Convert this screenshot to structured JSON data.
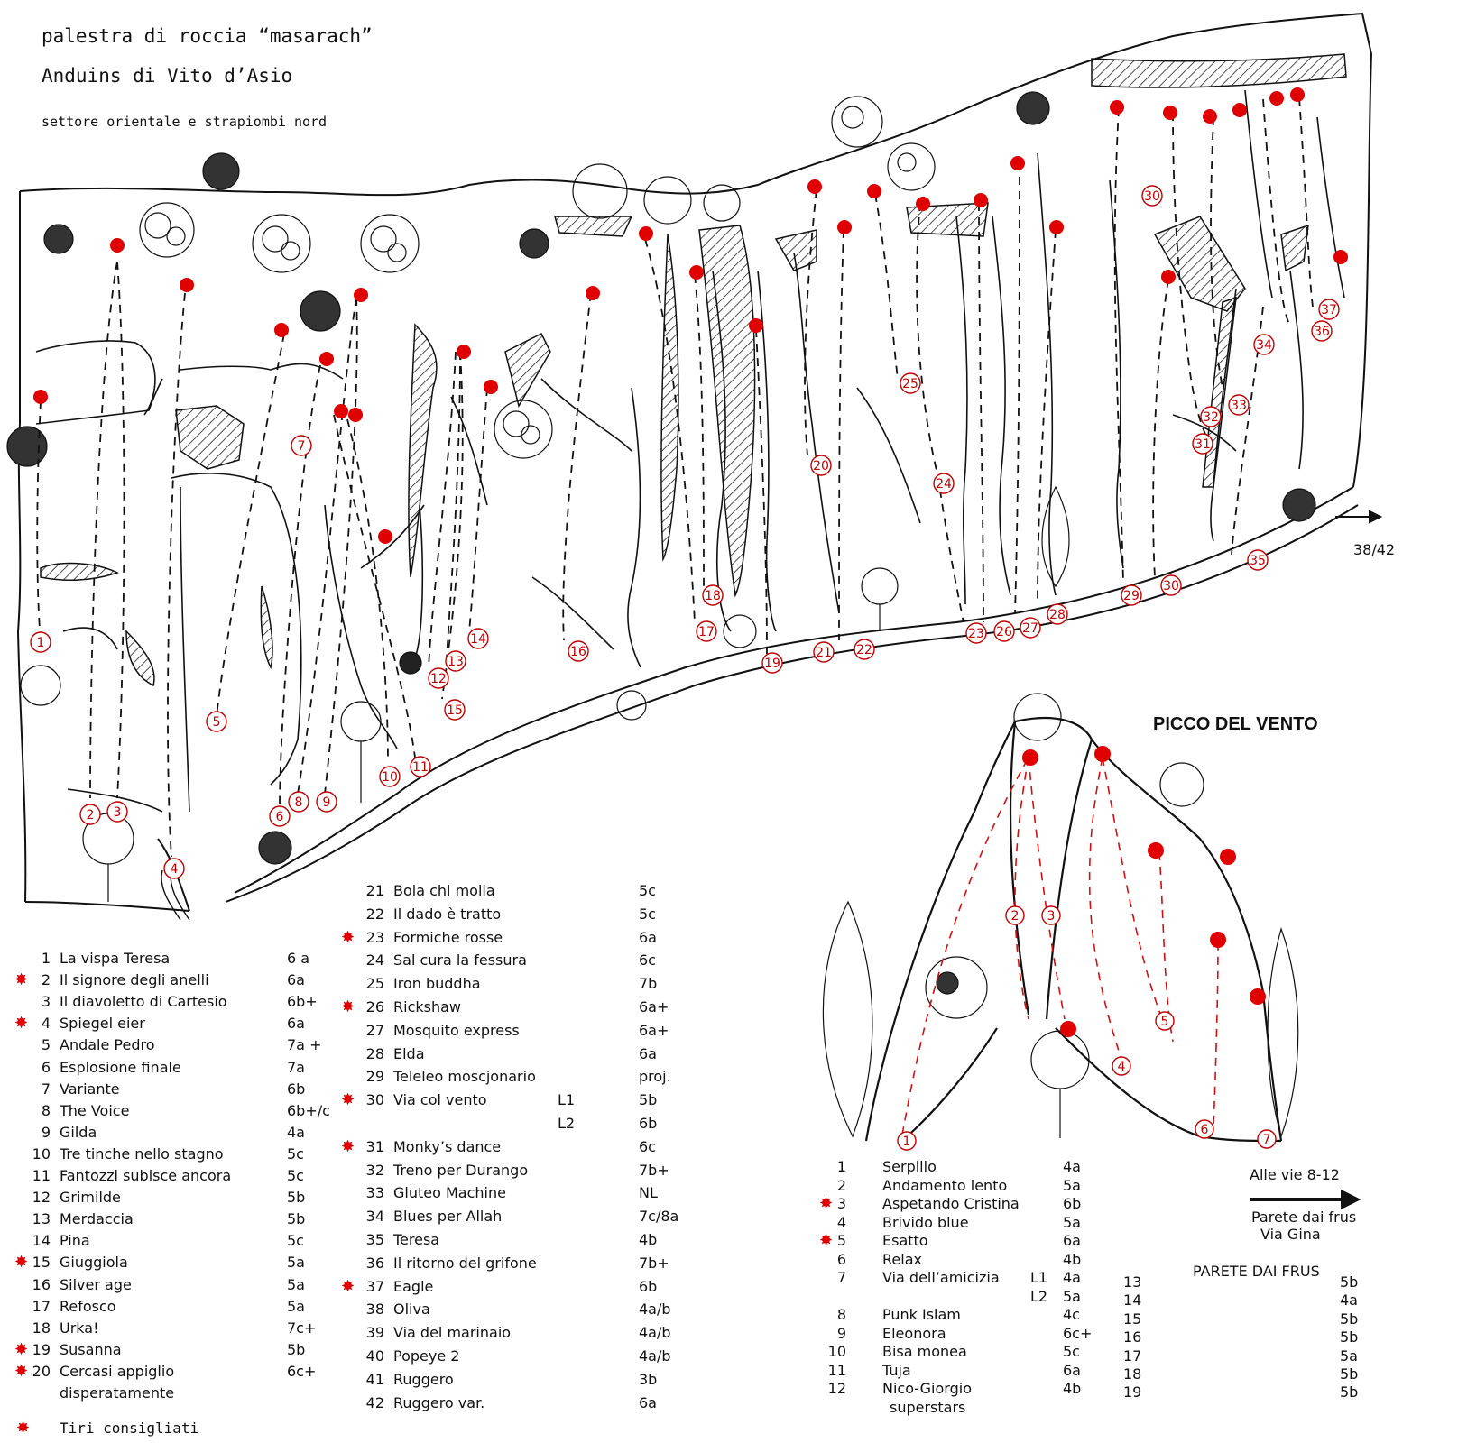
{
  "header": {
    "title": "palestra di roccia “masarach”",
    "subtitle": "Anduins di Vito d’Asio",
    "sector": "settore orientale e strapiombi nord"
  },
  "main_topo": {
    "route_markers": [
      "1",
      "2",
      "3",
      "4",
      "5",
      "6",
      "7",
      "8",
      "9",
      "10",
      "11",
      "12",
      "13",
      "14",
      "15",
      "16",
      "17",
      "18",
      "19",
      "20",
      "21",
      "22",
      "23",
      "24",
      "25",
      "26",
      "27",
      "28",
      "29",
      "30",
      "30",
      "31",
      "32",
      "33",
      "34",
      "35",
      "36",
      "37"
    ],
    "continuation_label": "38/42"
  },
  "picco": {
    "title": "PICCO DEL VENTO",
    "route_markers": [
      "1",
      "2",
      "3",
      "4",
      "5",
      "6",
      "7"
    ],
    "alle_vie_label": "Alle vie 8-12",
    "parete_label_line1": "Parete dai frus",
    "parete_label_line2": "Via Gina"
  },
  "legend_left": [
    {
      "n": "1",
      "name": "La vispa Teresa",
      "grade": "6 a",
      "star": false
    },
    {
      "n": "2",
      "name": "Il signore degli anelli",
      "grade": "6a",
      "star": true
    },
    {
      "n": "3",
      "name": "Il diavoletto di Cartesio",
      "grade": "6b+",
      "star": false
    },
    {
      "n": "4",
      "name": "Spiegel eier",
      "grade": "6a",
      "star": true
    },
    {
      "n": "5",
      "name": "Andale Pedro",
      "grade": "7a +",
      "star": false
    },
    {
      "n": "6",
      "name": "Esplosione finale",
      "grade": "7a",
      "star": false
    },
    {
      "n": "7",
      "name": "Variante",
      "grade": "6b",
      "star": false
    },
    {
      "n": "8",
      "name": "The Voice",
      "grade": "6b+/c",
      "star": false
    },
    {
      "n": "9",
      "name": "Gilda",
      "grade": "4a",
      "star": false
    },
    {
      "n": "10",
      "name": "Tre tinche nello stagno",
      "grade": "5c",
      "star": false
    },
    {
      "n": "11",
      "name": "Fantozzi subisce ancora",
      "grade": "5c",
      "star": false
    },
    {
      "n": "12",
      "name": "Grimilde",
      "grade": "5b",
      "star": false
    },
    {
      "n": "13",
      "name": "Merdaccia",
      "grade": "5b",
      "star": false
    },
    {
      "n": "14",
      "name": "Pina",
      "grade": "5c",
      "star": false
    },
    {
      "n": "15",
      "name": "Giuggiola",
      "grade": "5a",
      "star": true
    },
    {
      "n": "16",
      "name": "Silver age",
      "grade": "5a",
      "star": false
    },
    {
      "n": "17",
      "name": "Refosco",
      "grade": "5a",
      "star": false
    },
    {
      "n": "18",
      "name": "Urka!",
      "grade": "7c+",
      "star": false
    },
    {
      "n": "19",
      "name": "Susanna",
      "grade": "5b",
      "star": true
    },
    {
      "n": "20",
      "name": "Cercasi appiglio",
      "name2": "disperatamente",
      "grade": "6c+",
      "star": true
    }
  ],
  "legend_mid": [
    {
      "n": "21",
      "name": "Boia chi molla",
      "grade": "5c",
      "star": false
    },
    {
      "n": "22",
      "name": "Il dado è tratto",
      "grade": "5c",
      "star": false
    },
    {
      "n": "23",
      "name": "Formiche rosse",
      "grade": "6a",
      "star": true
    },
    {
      "n": "24",
      "name": "Sal cura la fessura",
      "grade": "6c",
      "star": false
    },
    {
      "n": "25",
      "name": "Iron buddha",
      "grade": "7b",
      "star": false
    },
    {
      "n": "26",
      "name": "Rickshaw",
      "grade": "6a+",
      "star": true
    },
    {
      "n": "27",
      "name": "Mosquito express",
      "grade": "6a+",
      "star": false
    },
    {
      "n": "28",
      "name": "Elda",
      "grade": "6a",
      "star": false
    },
    {
      "n": "29",
      "name": "Teleleo moscjonario",
      "grade": "proj.",
      "star": false
    },
    {
      "n": "30",
      "name": "Via col vento",
      "pitch": "L1",
      "grade": "5b",
      "star": true
    },
    {
      "n": "",
      "name": "",
      "pitch": "L2",
      "grade": "6b",
      "star": false
    },
    {
      "n": "31",
      "name": "Monky’s dance",
      "grade": "6c",
      "star": true
    },
    {
      "n": "32",
      "name": "Treno per Durango",
      "grade": "7b+",
      "star": false
    },
    {
      "n": "33",
      "name": "Gluteo Machine",
      "grade": "NL",
      "star": false
    },
    {
      "n": "34",
      "name": "Blues per Allah",
      "grade": "7c/8a",
      "star": false
    },
    {
      "n": "35",
      "name": "Teresa",
      "grade": "4b",
      "star": false
    },
    {
      "n": "36",
      "name": "Il ritorno del grifone",
      "grade": "7b+",
      "star": false
    },
    {
      "n": "37",
      "name": "Eagle",
      "grade": "6b",
      "star": true
    },
    {
      "n": "38",
      "name": "Oliva",
      "grade": "4a/b",
      "star": false
    },
    {
      "n": "39",
      "name": "Via del marinaio",
      "grade": "4a/b",
      "star": false
    },
    {
      "n": "40",
      "name": "Popeye 2",
      "grade": "4a/b",
      "star": false
    },
    {
      "n": "41",
      "name": "Ruggero",
      "grade": "3b",
      "star": false
    },
    {
      "n": "42",
      "name": "Ruggero var.",
      "grade": "6a",
      "star": false
    }
  ],
  "legend_picco": [
    {
      "n": "1",
      "name": "Serpillo",
      "grade": "4a",
      "star": false
    },
    {
      "n": "2",
      "name": "Andamento lento",
      "grade": "5a",
      "star": false
    },
    {
      "n": "3",
      "name": "Aspetando Cristina",
      "grade": "6b",
      "star": true
    },
    {
      "n": "4",
      "name": "Brivido blue",
      "grade": "5a",
      "star": false
    },
    {
      "n": "5",
      "name": "Esatto",
      "grade": "6a",
      "star": true
    },
    {
      "n": "6",
      "name": "Relax",
      "grade": "4b",
      "star": false
    },
    {
      "n": "7",
      "name": "Via dell’amicizia",
      "pitch": "L1",
      "grade": "4a",
      "star": false
    },
    {
      "n": "",
      "name": "",
      "pitch": "L2",
      "grade": "5a",
      "star": false
    },
    {
      "n": "8",
      "name": "Punk Islam",
      "grade": "4c",
      "star": false
    },
    {
      "n": "9",
      "name": "Eleonora",
      "grade": "6c+",
      "star": false
    },
    {
      "n": "10",
      "name": "Bisa monea",
      "grade": "5c",
      "star": false
    },
    {
      "n": "11",
      "name": "Tuja",
      "grade": "6a",
      "star": false
    },
    {
      "n": "12",
      "name": "Nico-Giorgio",
      "name2": "superstars",
      "grade": "4b",
      "star": false
    }
  ],
  "parete_frus": {
    "title": "PARETE DAI FRUS",
    "rows": [
      {
        "n": "13",
        "grade": "5b"
      },
      {
        "n": "14",
        "grade": "4a"
      },
      {
        "n": "15",
        "grade": "5b"
      },
      {
        "n": "16",
        "grade": "5b"
      },
      {
        "n": "17",
        "grade": "5a"
      },
      {
        "n": "18",
        "grade": "5b"
      },
      {
        "n": "19",
        "grade": "5b"
      }
    ]
  },
  "footnote": {
    "label": "Tiri consigliati"
  },
  "colors": {
    "bolt": "#e00000",
    "route_line": "#111111",
    "picco_route": "#d01010"
  }
}
